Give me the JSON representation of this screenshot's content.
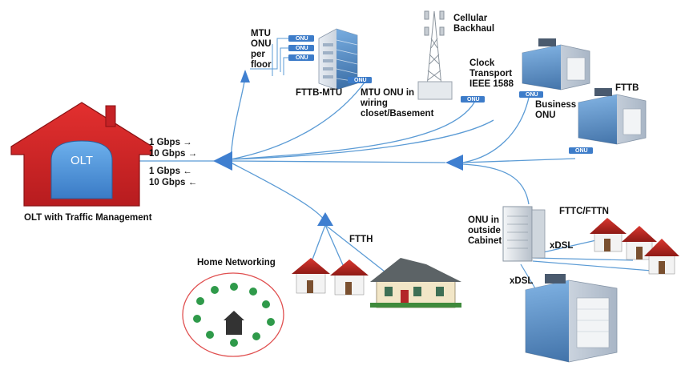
{
  "olt": {
    "box_text": "OLT",
    "caption": "OLT with Traffic Management"
  },
  "speeds": {
    "down_1": "1 Gbps →",
    "down_10": "10 Gbps →",
    "up_1": "1 Gbps ←",
    "up_10": "10 Gbps ←"
  },
  "labels": {
    "mtu_onu_per_floor": "MTU\nONU\nper\nfloor",
    "fttb_mtu": "FTTB-MTU",
    "mtu_onu_closet": "MTU ONU in\nwiring\ncloset/Basement",
    "cellular_backhaul": "Cellular\nBackhaul",
    "clock_transport": "Clock\nTransport\nIEEE 1588",
    "fttb": "FTTB",
    "business_onu": "Business\nONU",
    "fttc_fttn": "FTTC/FTTN",
    "onu_cabinet": "ONU in\noutside\nCabinet",
    "xdsl_right": "xDSL",
    "xdsl_down": "xDSL",
    "ftth": "FTTH",
    "home_networking": "Home Networking"
  },
  "onu_badge": "ONU",
  "colors": {
    "olt_red": "#d8232a",
    "olt_blue": "#4a8fd6",
    "link_blue": "#5b9bd5",
    "splitter_blue": "#3f7fd0",
    "onu_badge": "#3d7cc9",
    "home_net_border": "#e05050",
    "home_net_icons": "#2f9a4a"
  },
  "icons": [
    "house-icon",
    "office-building-icon",
    "cell-tower-icon",
    "street-cabinet-icon",
    "splitter-icon",
    "onu-badge-icon"
  ]
}
